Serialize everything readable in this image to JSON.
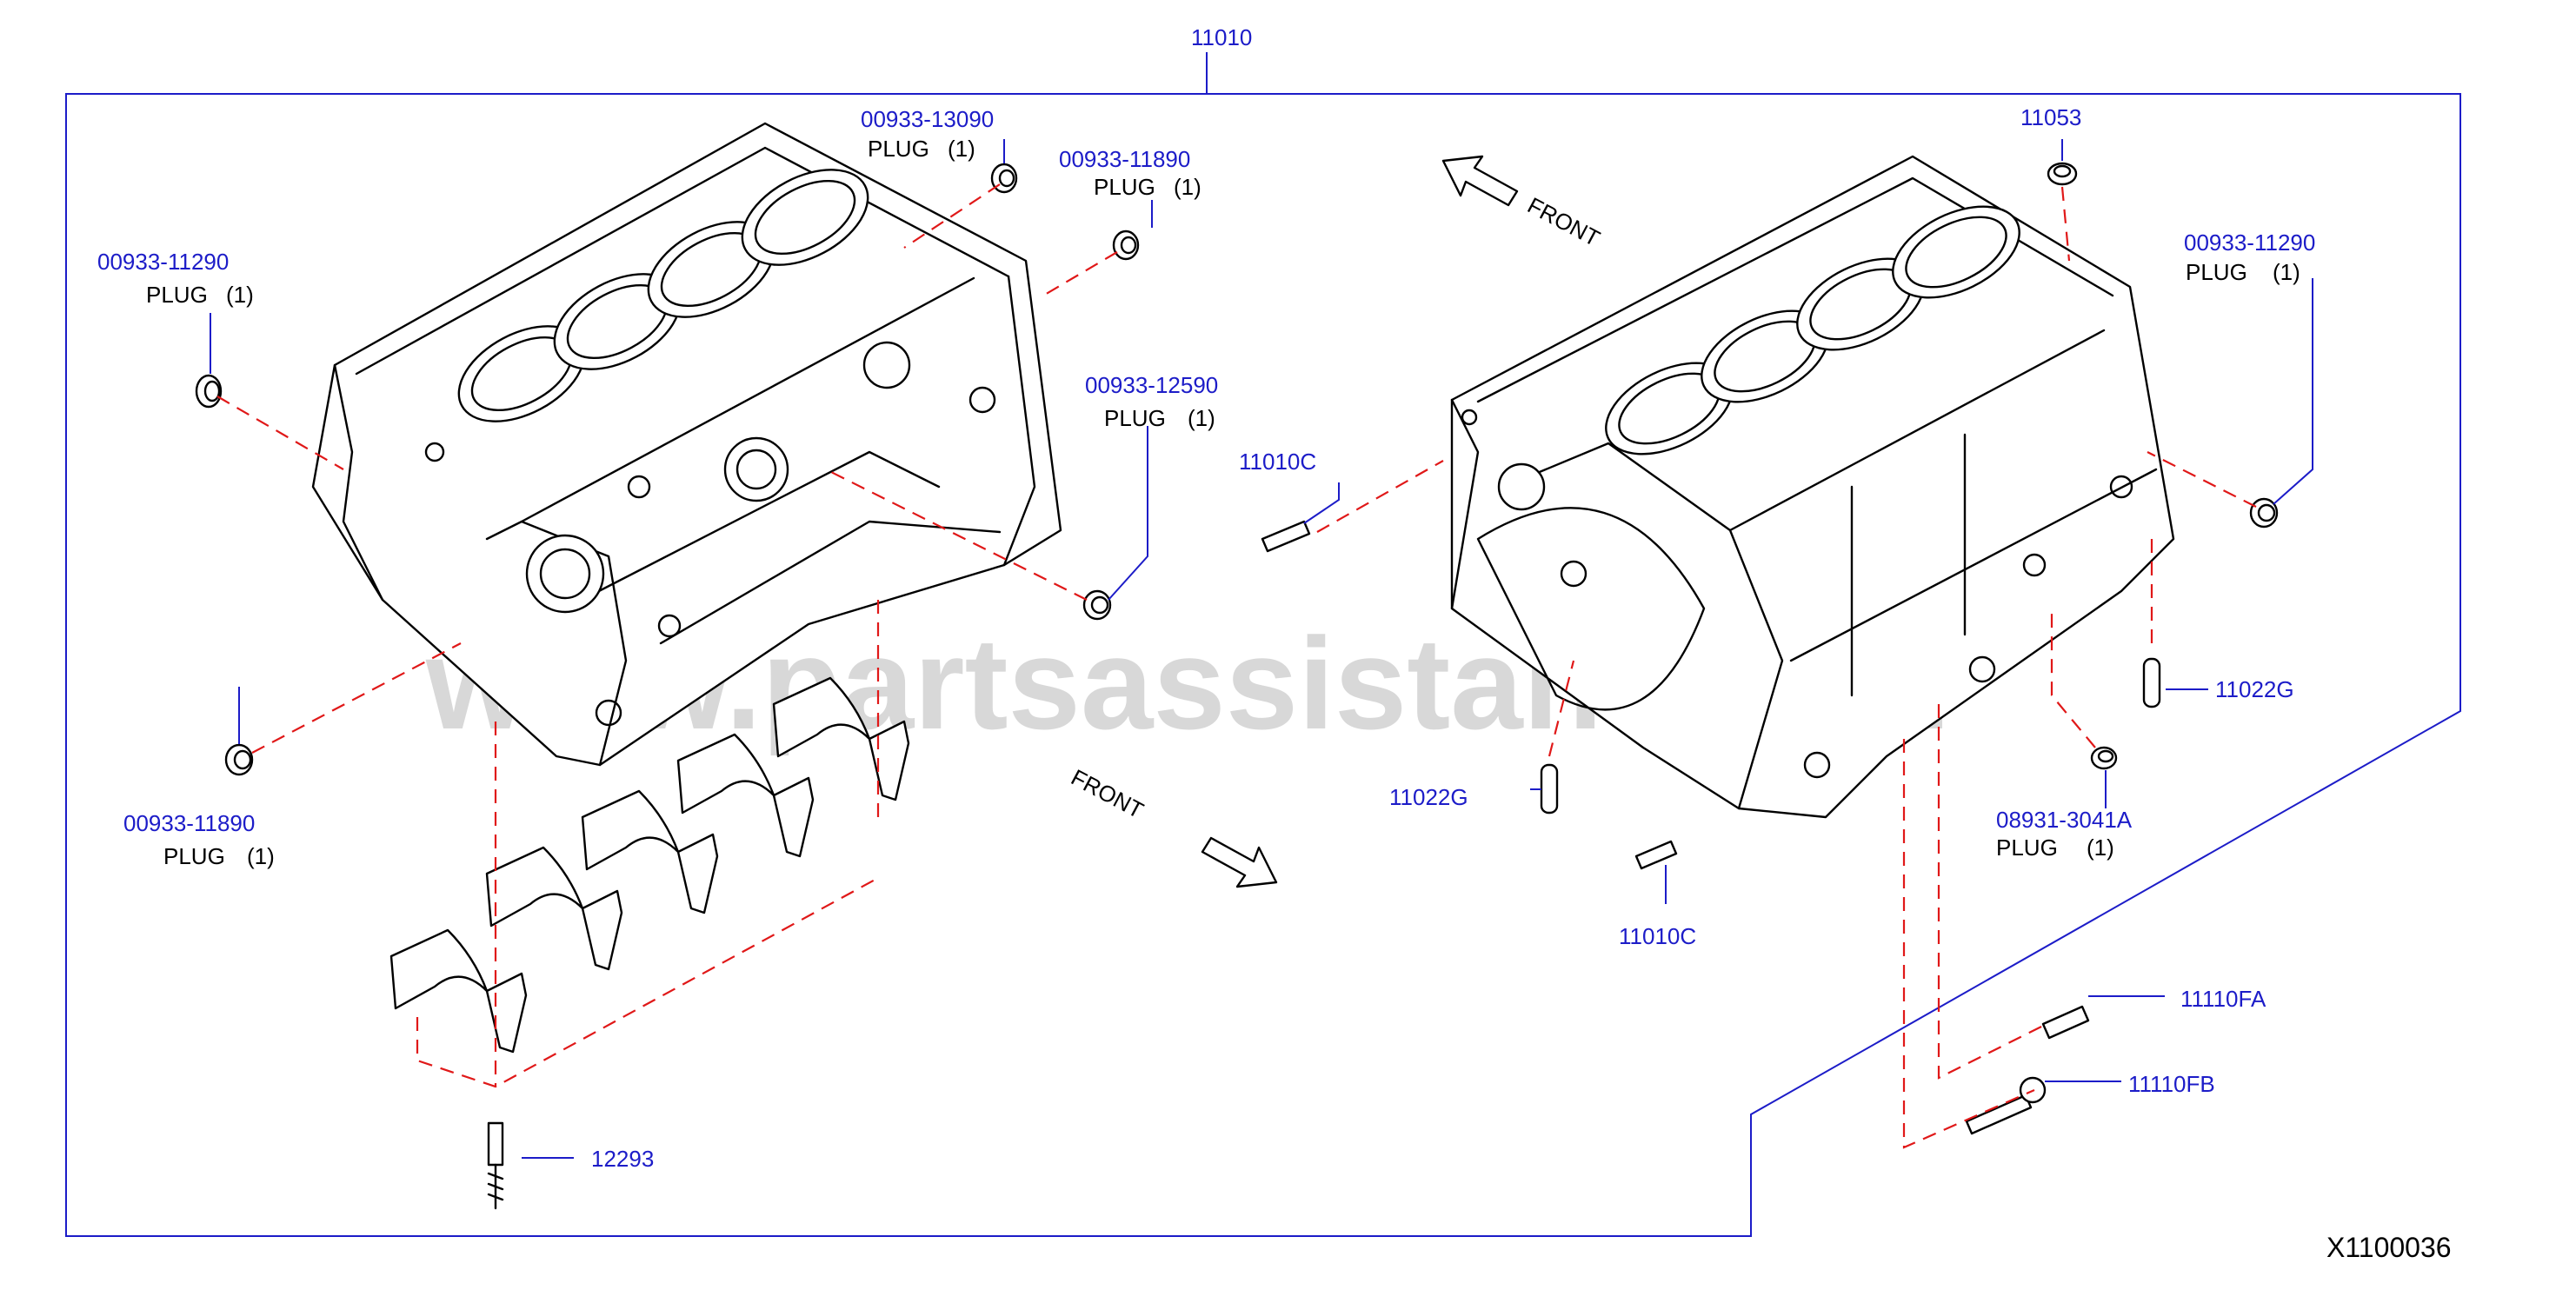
{
  "diagram": {
    "assembly_number": "11010",
    "reference_code": "X1100036",
    "watermark": "www.partsassistant.com",
    "front_labels": [
      "FRONT",
      "FRONT"
    ],
    "callouts": {
      "plug_13090": {
        "part": "00933-13090",
        "desc": "PLUG",
        "qty": "(1)"
      },
      "plug_11890_top": {
        "part": "00933-11890",
        "desc": "PLUG",
        "qty": "(1)"
      },
      "plug_11290_left": {
        "part": "00933-11290",
        "desc": "PLUG",
        "qty": "(1)"
      },
      "plug_12590": {
        "part": "00933-12590",
        "desc": "PLUG",
        "qty": "(1)"
      },
      "plug_11890_bottom": {
        "part": "00933-11890",
        "desc": "PLUG",
        "qty": "(1)"
      },
      "bolt_12293": {
        "part": "12293"
      },
      "pin_11010c_top": {
        "part": "11010C"
      },
      "pin_11010c_bottom": {
        "part": "11010C"
      },
      "pin_11022g_left": {
        "part": "11022G"
      },
      "pin_11022g_right": {
        "part": "11022G"
      },
      "plug_11053": {
        "part": "11053"
      },
      "plug_11290_right": {
        "part": "00933-11290",
        "desc": "PLUG",
        "qty": "(1)"
      },
      "plug_3041a": {
        "part": "08931-3041A",
        "desc": "PLUG",
        "qty": "(1)"
      },
      "bolt_11110fa": {
        "part": "11110FA"
      },
      "bolt_11110fb": {
        "part": "11110FB"
      }
    },
    "colors": {
      "part_number": "#1c1cc8",
      "leader": "#1c1cc8",
      "dashed_guide": "#e01818",
      "drawing": "#000000",
      "watermark": "#b8b8b8"
    }
  }
}
